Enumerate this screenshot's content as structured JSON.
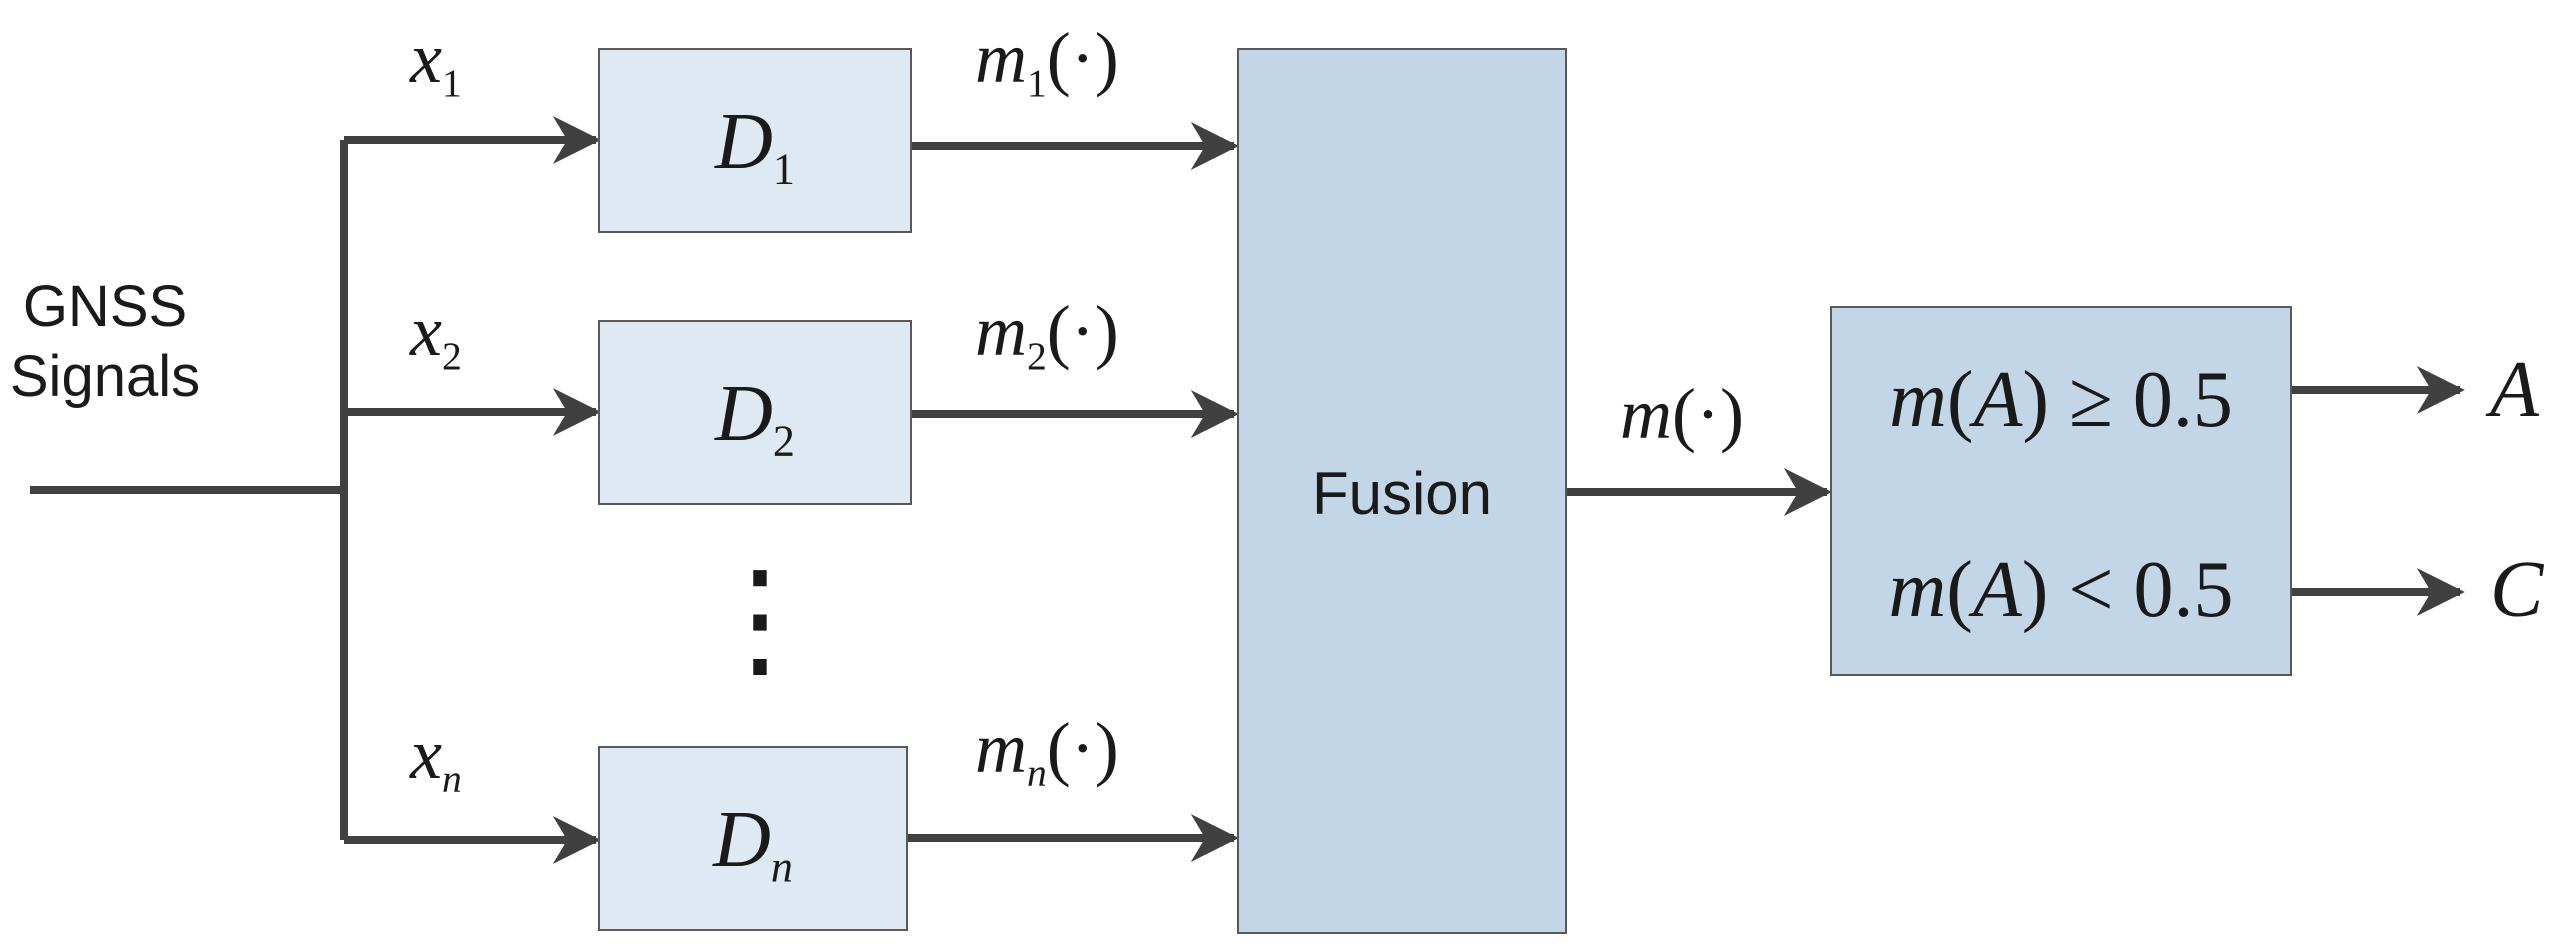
{
  "input_label": {
    "line1": "GNSS",
    "line2": "Signals"
  },
  "inputs": [
    {
      "var": "x",
      "sub": "1"
    },
    {
      "var": "x",
      "sub": "2"
    },
    {
      "var": "x",
      "sub": "n"
    }
  ],
  "detectors": [
    {
      "var": "D",
      "sub": "1"
    },
    {
      "var": "D",
      "sub": "2"
    },
    {
      "var": "D",
      "sub": "n"
    }
  ],
  "detector_outputs": [
    {
      "var": "m",
      "sub": "1",
      "arg": "(·)"
    },
    {
      "var": "m",
      "sub": "2",
      "arg": "(·)"
    },
    {
      "var": "m",
      "sub": "n",
      "arg": "(·)"
    }
  ],
  "ellipsis": "⋮",
  "fusion": {
    "label": "Fusion"
  },
  "fusion_output": {
    "var": "m",
    "arg": "(·)"
  },
  "decision": {
    "rule_a": {
      "lhs": "m",
      "open": "(",
      "arg": "A",
      "close": ")",
      "op": "≥",
      "value": "0.5"
    },
    "rule_c": {
      "lhs": "m",
      "open": "(",
      "arg": "A",
      "close": ")",
      "op": "<",
      "value": "0.5"
    }
  },
  "outcomes": {
    "a": "A",
    "c": "C"
  },
  "colors": {
    "line": "#404040",
    "detector_fill": "#dfe9f3",
    "fusion_fill": "#c3d6e8",
    "border": "#595959"
  }
}
